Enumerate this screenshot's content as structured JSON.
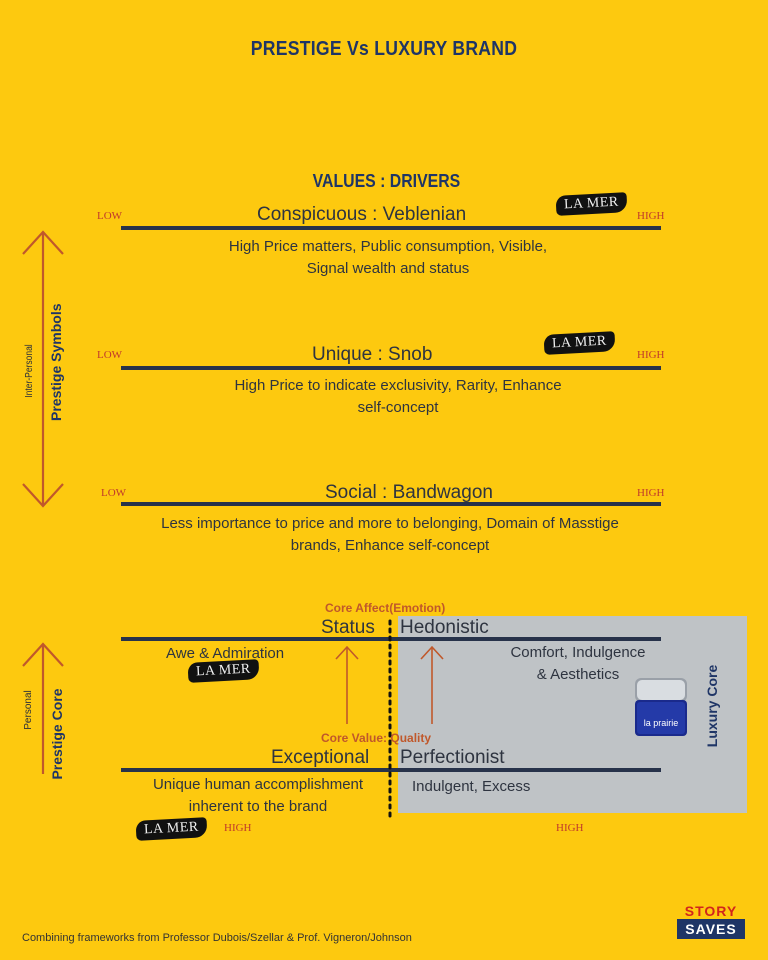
{
  "title": "PRESTIGE Vs LUXURY BRAND",
  "subtitle": "VALUES : DRIVERS",
  "scale_low": "LOW",
  "scale_high": "HIGH",
  "brand_logo_text": "LA MER",
  "rows": [
    {
      "title": "Conspicuous : Veblenian",
      "desc_line1": "High Price matters, Public consumption, Visible,",
      "desc_line2": "Signal wealth and status"
    },
    {
      "title": "Unique :  Snob",
      "desc_line1": "High Price to indicate exclusivity, Rarity, Enhance",
      "desc_line2": "self-concept"
    },
    {
      "title": "Social : Bandwagon",
      "desc_line1": "Less importance to price and more to belonging, Domain of Masstige",
      "desc_line2": "brands, Enhance self-concept"
    }
  ],
  "left_axis_top": {
    "outer": "Inter-Personal",
    "inner": "Prestige Symbols"
  },
  "left_axis_bottom": {
    "outer": "Personal",
    "inner": "Prestige Core"
  },
  "core": {
    "affect_label": "Core Affect(Emotion)",
    "value_label": "Core Value: Quality",
    "status": "Status",
    "hedonistic": "Hedonistic",
    "exceptional": "Exceptional",
    "perfectionist": "Perfectionist",
    "status_desc": "Awe & Admiration",
    "hedonistic_desc_line1": "Comfort, Indulgence",
    "hedonistic_desc_line2": "& Aesthetics",
    "exceptional_desc_line1": "Unique human accomplishment",
    "exceptional_desc_line2": "inherent to the brand",
    "perfectionist_desc": "Indulgent, Excess",
    "luxury_core": "Luxury Core",
    "product_label": "la prairie"
  },
  "footer": "Combining frameworks from Professor Dubois/Szellar & Prof. Vigneron/Johnson",
  "logo": {
    "line1": "STORY",
    "line2": "SAVES"
  },
  "colors": {
    "background": "#FDC90F",
    "navy": "#1f3566",
    "line": "#27324a",
    "accent": "#c0392b",
    "grey_box": "#BFC3C6"
  }
}
